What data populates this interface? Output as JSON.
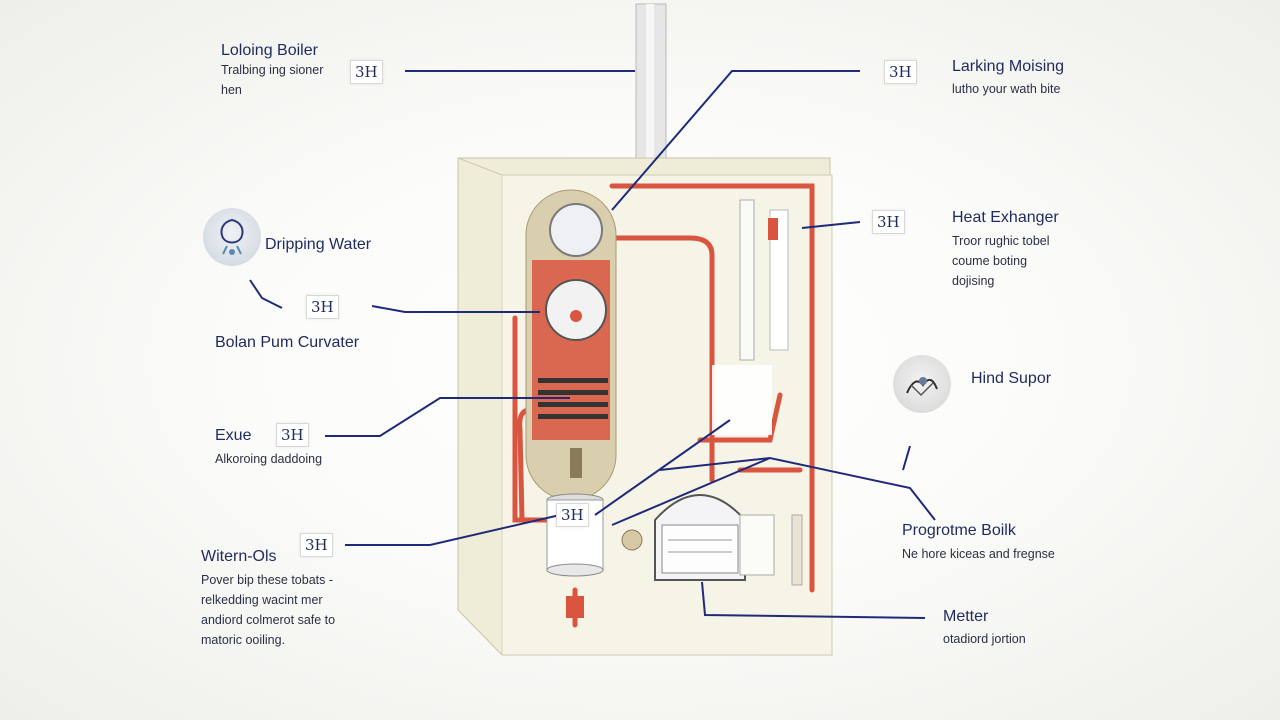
{
  "diagram": {
    "callouts": [
      {
        "title": "Loloing Boiler",
        "desc": [
          "Tralbing ing sioner",
          "hen"
        ]
      },
      {
        "title": "Larking Moising",
        "desc": [
          "lutho your wath bite"
        ]
      },
      {
        "title": "Dripping Water",
        "desc": []
      },
      {
        "title": "Heat Exhanger",
        "desc": [
          "Troor rughic tobel",
          "coume boting",
          "dojising"
        ]
      },
      {
        "title": "Bolan Pum Curvater",
        "desc": []
      },
      {
        "title": "Hind Supor",
        "desc": []
      },
      {
        "title": "Exue",
        "desc": [
          "Alkoroing daddoing"
        ]
      },
      {
        "title": "Progrotme Boilk",
        "desc": [
          "Ne hore kiceas and fregnse"
        ]
      },
      {
        "title": "Witern-Ols",
        "desc": [
          "Pover bip these tobats -",
          "relkedding wacint mer",
          "andiord colmerot safe to",
          "matoric ooiling."
        ]
      },
      {
        "title": "Metter",
        "desc": [
          "otadiord jortion"
        ]
      }
    ],
    "badge_text": "3H",
    "colors": {
      "label": "#1f2a5e",
      "pipe": "#d9553f",
      "cabinet": "#f4f1e2",
      "leader": "#1f2a7a"
    },
    "icons": [
      "water-drop-icon",
      "pump-icon"
    ]
  }
}
